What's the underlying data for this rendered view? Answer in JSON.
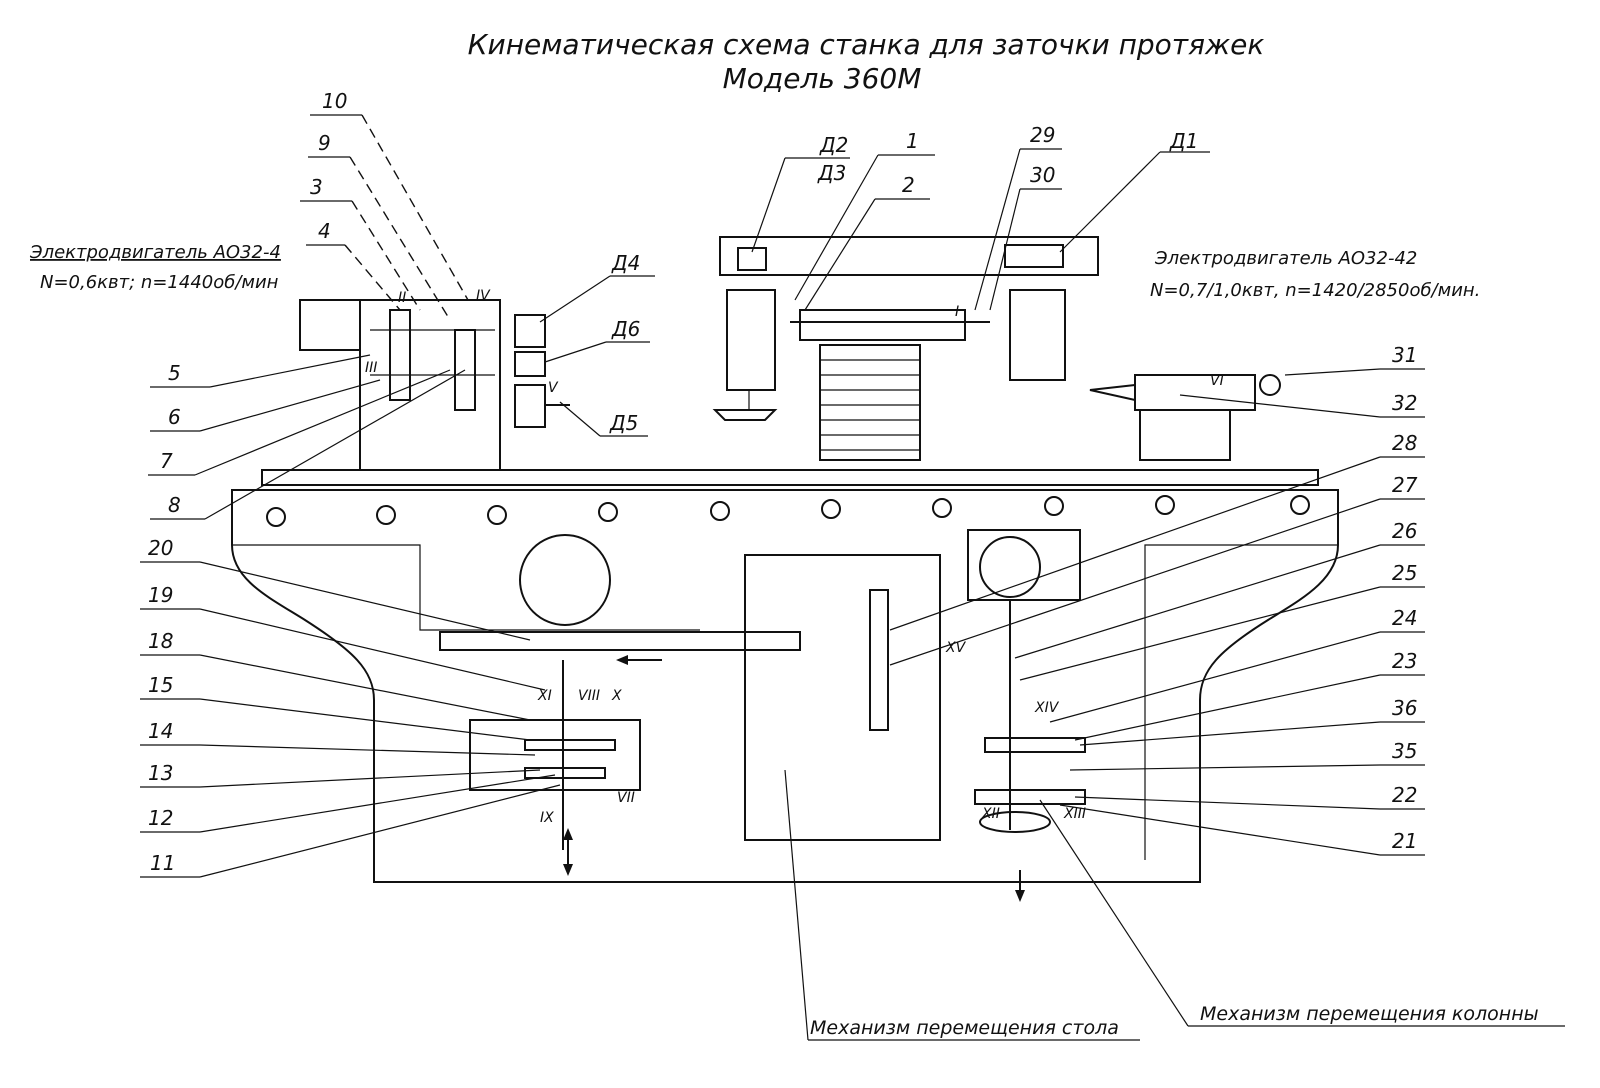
{
  "title_line1": "Кинематическая схема станка для заточки протяжек",
  "title_line2": "Модель 360М",
  "motor_left": {
    "line1": "Электродвигатель АО32-4",
    "line2": "N=0,6квт; n=1440об/мин"
  },
  "motor_right": {
    "line1": "Электродвигатель АО32-42",
    "line2": "N=0,7/1,0квт, n=1420/2850об/мин."
  },
  "mechanism_table": "Механизм перемещения стола",
  "mechanism_column": "Механизм перемещения колонны",
  "drives": [
    "Д1",
    "Д2",
    "Д3",
    "Д4",
    "Д5",
    "Д6"
  ],
  "shafts": [
    "I",
    "II",
    "III",
    "IV",
    "V",
    "VI",
    "VII",
    "VIII",
    "IX",
    "X",
    "XI",
    "XII",
    "XIII",
    "XIV",
    "XV"
  ],
  "left_numbers": [
    "10",
    "9",
    "3",
    "4",
    "5",
    "6",
    "7",
    "8",
    "20",
    "19",
    "18",
    "15",
    "14",
    "13",
    "12",
    "11"
  ],
  "top_numbers": [
    "1",
    "2",
    "29",
    "30"
  ],
  "right_numbers": [
    "31",
    "32",
    "28",
    "27",
    "26",
    "25",
    "24",
    "23",
    "36",
    "35",
    "22",
    "21"
  ]
}
